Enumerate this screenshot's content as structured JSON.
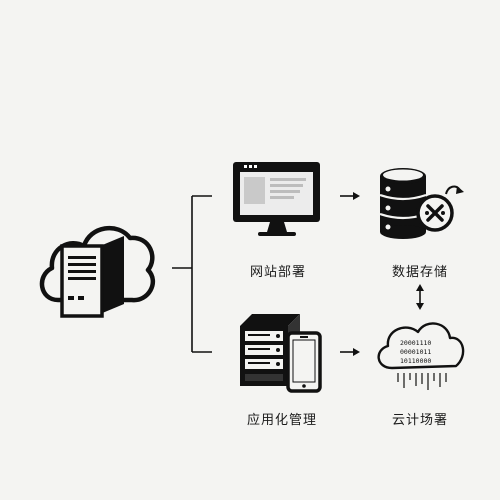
{
  "labels": {
    "website_deploy": "网站部署",
    "data_storage": "数据存储",
    "app_management": "应用化管理",
    "cloud_deploy": "云计场署"
  },
  "binary_lines": [
    "20001110",
    "00001011",
    "10110000"
  ],
  "icons": {
    "source": "cloud-server-icon",
    "website": "monitor-icon",
    "storage": "database-icon",
    "sync": "refresh-arrow-icon",
    "blocked": "x-circle-icon",
    "app_server": "server-rack-icon",
    "app_mobile": "smartphone-icon",
    "cloud_data": "data-cloud-icon"
  },
  "colors": {
    "background": "#f4f4f2",
    "ink": "#111111",
    "screen": "#e2e2e2"
  }
}
